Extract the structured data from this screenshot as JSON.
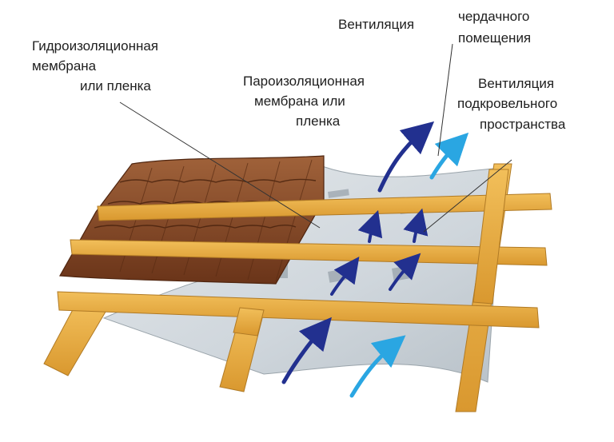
{
  "labels": {
    "hydro_line1": "Гидроизоляционная",
    "hydro_line2": "мембрана",
    "hydro_line3": "или пленка",
    "vapor_line1": "Пароизоляционная",
    "vapor_line2": "мембрана или",
    "vapor_line3": "пленка",
    "attic_word": "Вентиляция",
    "attic_line1": "чердачного",
    "attic_line2": "помещения",
    "roof_line1": "Вентиляция",
    "roof_line2": "подкровельного",
    "roof_line3": "пространства"
  },
  "colors": {
    "wood": "#e8ad45",
    "wood_dark": "#c88a2c",
    "tile": "#7a3f1e",
    "tile_light": "#9b5a32",
    "membrane": "#d2d9de",
    "arrow_dark": "#22308f",
    "arrow_light": "#2aa6e2",
    "leader_line": "#333333"
  }
}
